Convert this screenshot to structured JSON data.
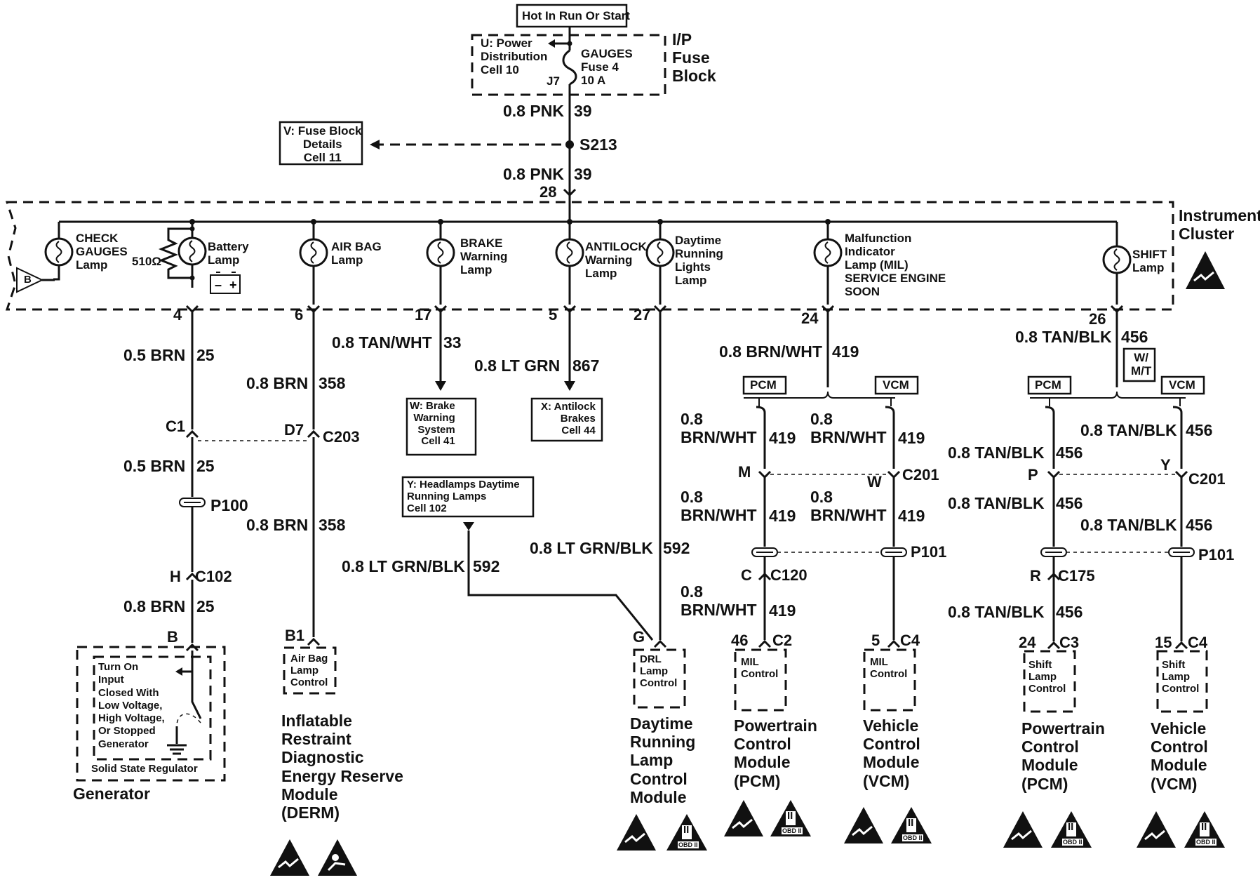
{
  "power": {
    "source_label": "Hot In Run Or Start",
    "fuse_block_name": "I/P\nFuse\nBlock",
    "fuse_ref": "U: Power\nDistribution\nCell 10",
    "fuse_label": "GAUGES\nFuse 4\n10 A",
    "fuse_terminal": "J7",
    "wire_top": "0.8 PNK",
    "circuit_top": "39",
    "splice": "S213",
    "wire_bottom": "0.8 PNK",
    "circuit_bottom": "39",
    "cluster_pin": "28",
    "fuse_details_ref": "V: Fuse Block\nDetails\nCell 11"
  },
  "cluster": {
    "name": "Instrument\nCluster",
    "generator_input_label": "B",
    "resistor_label": "510Ω",
    "lamps": [
      {
        "label": "CHECK\nGAUGES\nLamp"
      },
      {
        "label": "Battery\nLamp"
      },
      {
        "label": "AIR BAG\nLamp"
      },
      {
        "label": "BRAKE\nWarning\nLamp"
      },
      {
        "label": "ANTILOCK\nWarning\nLamp"
      },
      {
        "label": "Daytime\nRunning\nLights\nLamp"
      },
      {
        "label": "Malfunction\nIndicator\nLamp (MIL)\nSERVICE ENGINE\nSOON"
      },
      {
        "label": "SHIFT\nLamp"
      }
    ]
  },
  "generator_branch": {
    "cluster_pin": "4",
    "wire1": "0.5 BRN",
    "circuit1": "25",
    "conn1_pin": "C1",
    "wire2": "0.5 BRN",
    "circuit2": "25",
    "passthrough": "P100",
    "conn2_pin": "H",
    "conn2": "C102",
    "wire3": "0.8 BRN",
    "circuit3": "25",
    "gen_pin": "B",
    "regulator_text": "Turn On\nInput\nClosed With\nLow Voltage,\nHigh Voltage,\nOr Stopped\nGenerator",
    "regulator_name": "Solid State Regulator",
    "module_name": "Generator"
  },
  "airbag_branch": {
    "cluster_pin": "6",
    "wire1": "0.8 BRN",
    "circuit1": "358",
    "conn_pin": "D7",
    "conn": "C203",
    "wire2": "0.8 BRN",
    "circuit2": "358",
    "module_pin": "B1",
    "control_label": "Air Bag\nLamp\nControl",
    "module_name": "Inflatable\nRestraint\nDiagnostic\nEnergy Reserve\nModule\n(DERM)"
  },
  "brake_branch": {
    "cluster_pin": "17",
    "wire": "0.8 TAN/WHT",
    "circuit": "33",
    "ref": "W: Brake\nWarning\nSystem\nCell 41"
  },
  "antilock_branch": {
    "cluster_pin": "5",
    "wire": "0.8 LT GRN",
    "circuit": "867",
    "ref": "X: Antilock\nBrakes\nCell 44"
  },
  "drl_branch": {
    "cluster_pin": "27",
    "ref": "Y: Headlamps Daytime\nRunning Lamps\nCell 102",
    "wire_left": "0.8 LT GRN/BLK",
    "circuit_left": "592",
    "wire_right": "0.8 LT GRN/BLK",
    "circuit_right": "592",
    "module_pin": "G",
    "control_label": "DRL\nLamp\nControl",
    "module_name": "Daytime\nRunning\nLamp\nControl\nModule"
  },
  "mil_branch": {
    "cluster_pin": "24",
    "wire": "0.8 BRN/WHT",
    "circuit": "419",
    "pcm_tag": "PCM",
    "vcm_tag": "VCM",
    "pcm": {
      "wire1": "0.8\nBRN/WHT",
      "circuit1": "419",
      "conn_pin": "M",
      "wire2": "0.8\nBRN/WHT",
      "circuit2": "419",
      "conn2_pin": "C",
      "conn2": "C120",
      "wire3": "0.8\nBRN/WHT",
      "circuit3": "419",
      "module_pin": "46",
      "module_conn": "C2",
      "control_label": "MIL\nControl",
      "module_name": "Powertrain\nControl\nModule\n(PCM)"
    },
    "vcm": {
      "wire1": "0.8\nBRN/WHT",
      "circuit1": "419",
      "conn_pin": "W",
      "conn": "C201",
      "wire2": "0.8\nBRN/WHT",
      "circuit2": "419",
      "passthrough": "P101",
      "module_pin": "5",
      "module_conn": "C4",
      "control_label": "MIL\nControl",
      "module_name": "Vehicle\nControl\nModule\n(VCM)"
    }
  },
  "shift_branch": {
    "cluster_pin": "26",
    "wire": "0.8 TAN/BLK",
    "circuit": "456",
    "option_tag": "W/\nM/T",
    "pcm_tag": "PCM",
    "vcm_tag": "VCM",
    "pcm": {
      "wire1": "0.8 TAN/BLK",
      "circuit1": "456",
      "conn_pin": "P",
      "wire2": "0.8 TAN/BLK",
      "circuit2": "456",
      "conn2_pin": "R",
      "conn2": "C175",
      "wire3": "0.8 TAN/BLK",
      "circuit3": "456",
      "module_pin": "24",
      "module_conn": "C3",
      "control_label": "Shift\nLamp\nControl",
      "module_name": "Powertrain\nControl\nModule\n(PCM)"
    },
    "vcm": {
      "wire1": "0.8 TAN/BLK",
      "circuit1": "456",
      "conn_pin": "Y",
      "conn": "C201",
      "wire2": "0.8 TAN/BLK",
      "circuit2": "456",
      "passthrough": "P101",
      "module_pin": "15",
      "module_conn": "C4",
      "control_label": "Shift\nLamp\nControl",
      "module_name": "Vehicle\nControl\nModule\n(VCM)"
    }
  },
  "badges": {
    "obd_label": "OBD II",
    "obd_numeral": "II"
  }
}
